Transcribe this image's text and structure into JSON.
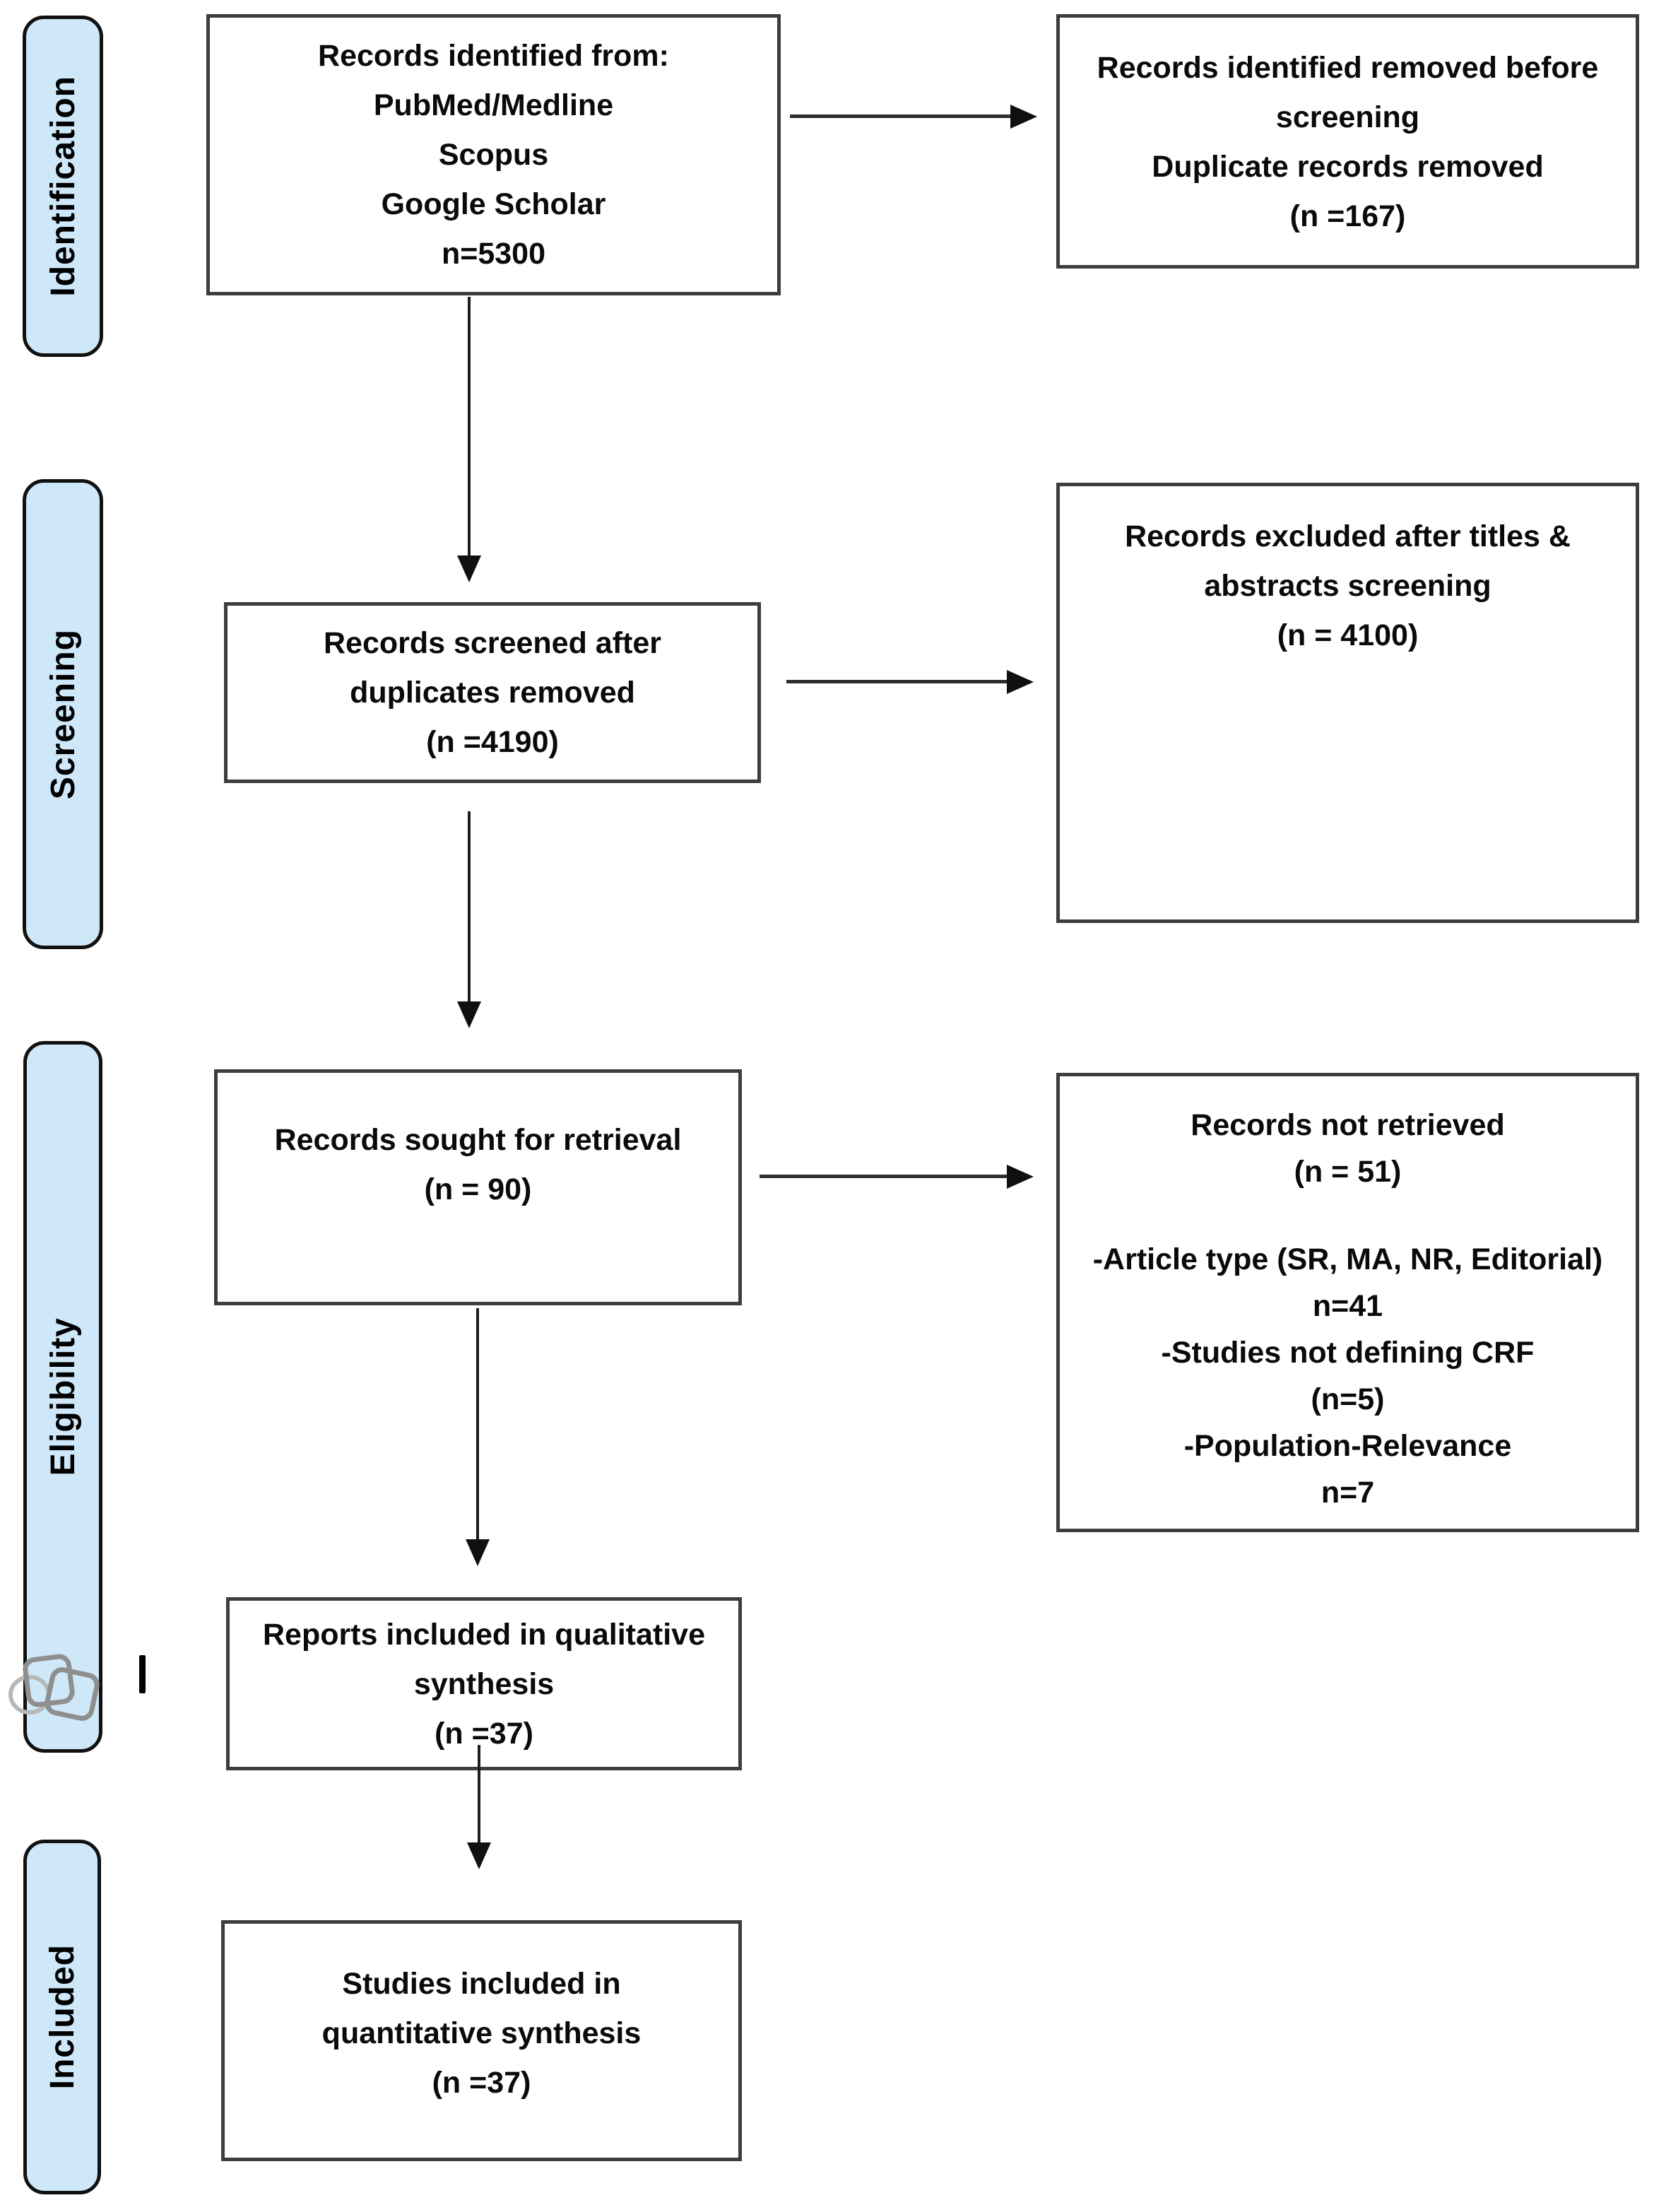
{
  "figure": {
    "kind": "PRISMA systematic review flow diagram"
  },
  "colors": {
    "stage_fill": "#cfe8f9",
    "stage_border": "#111111",
    "box_border": "#3d3d3d",
    "arrow": "#1d1d1d",
    "watermark_gray": "#999999",
    "background": "#ffffff"
  },
  "stages": [
    {
      "id": "identification",
      "label": "Identification"
    },
    {
      "id": "screening",
      "label": "Screening"
    },
    {
      "id": "eligibility",
      "label": "Eligibility"
    },
    {
      "id": "included",
      "label": "Included"
    }
  ],
  "boxes": {
    "identified": {
      "lines": [
        "Records identified from:",
        "PubMed/Medline",
        "Scopus",
        "Google Scholar",
        "n=5300"
      ]
    },
    "duplicates_removed": {
      "lines": [
        "Records identified removed before",
        "screening",
        "Duplicate records removed",
        "(n =167)"
      ]
    },
    "screened": {
      "lines": [
        "Records screened after",
        "duplicates removed",
        "(n =4190)"
      ]
    },
    "excluded": {
      "lines": [
        "Records excluded after titles &",
        "abstracts screening",
        "(n = 4100)"
      ]
    },
    "sought": {
      "lines": [
        "Records sought for retrieval",
        "(n = 90)"
      ]
    },
    "not_retrieved": {
      "header": [
        "Records not retrieved",
        "(n = 51)"
      ],
      "reasons": [
        "-Article type (SR, MA, NR, Editorial)",
        "n=41",
        "-Studies not defining CRF",
        "(n=5)",
        "-Population-Relevance",
        "n=7"
      ]
    },
    "qualitative": {
      "lines": [
        "Reports included in qualitative",
        "synthesis",
        "(n =37)"
      ]
    },
    "quantitative": {
      "lines": [
        "Studies included in",
        "quantitative synthesis",
        "(n =37)"
      ]
    }
  },
  "icons": [
    {
      "name": "overlapping-pages-watermark"
    },
    {
      "name": "text-cursor-mark"
    }
  ]
}
